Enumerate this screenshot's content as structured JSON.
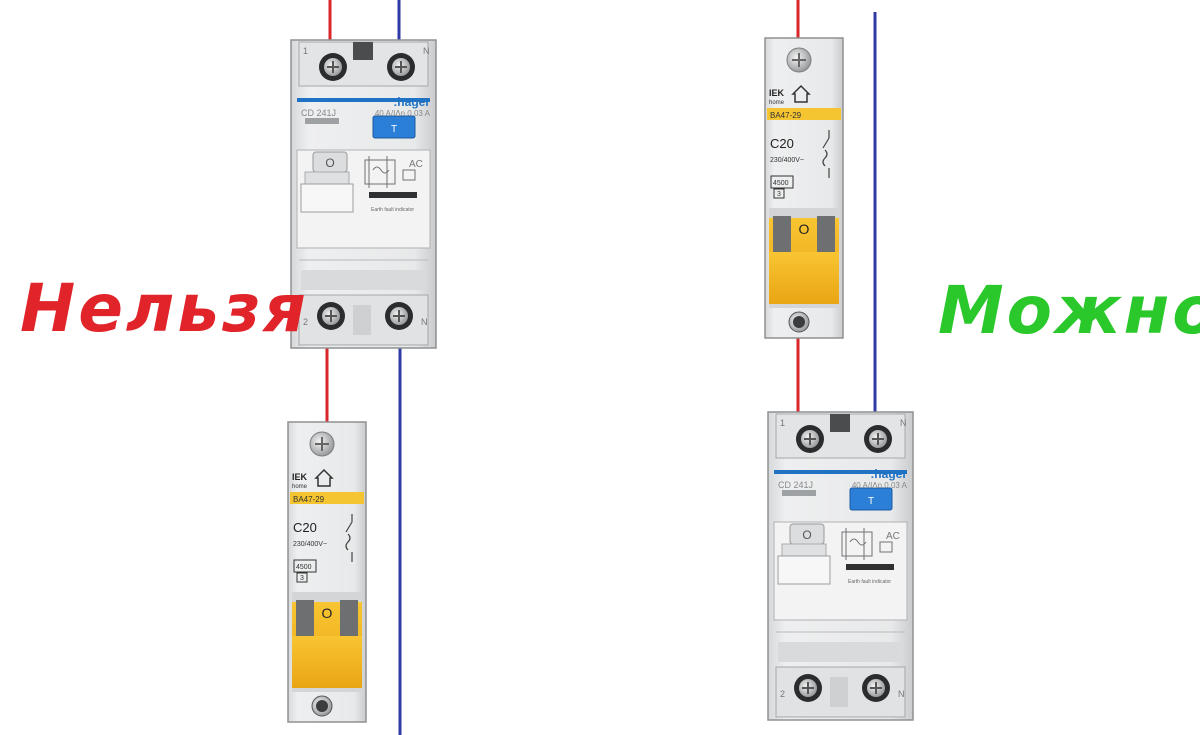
{
  "labels": {
    "forbidden": "Нельзя",
    "allowed": "Можно"
  },
  "colors": {
    "forbidden": "#e1242a",
    "allowed": "#2bc82b",
    "phase_wire": "#d8262b",
    "neutral_wire": "#2f3aa6",
    "breaker_handle": "#f5b41c",
    "breaker_label_strip": "#f4c431",
    "rcd_brand": "#1f72c4",
    "rcd_test_button": "#2c7fd6"
  },
  "rcd": {
    "brand": ":hager",
    "model": "CD 241J",
    "rating": "40 A/IΔn 0.03 A",
    "test_button": "T",
    "type": "AC",
    "indicator_text": "Earth fault indicator",
    "terminal_top_left": "1",
    "terminal_top_right": "N",
    "terminal_bottom_left": "2",
    "terminal_bottom_right": "N",
    "handle_symbol": "O"
  },
  "breaker": {
    "brand": "IEK",
    "brand_sub": "home",
    "series": "BA47-29",
    "rating": "C20",
    "voltage": "230/400V~",
    "capacity": "4500",
    "class": "3",
    "handle_symbol": "O"
  }
}
